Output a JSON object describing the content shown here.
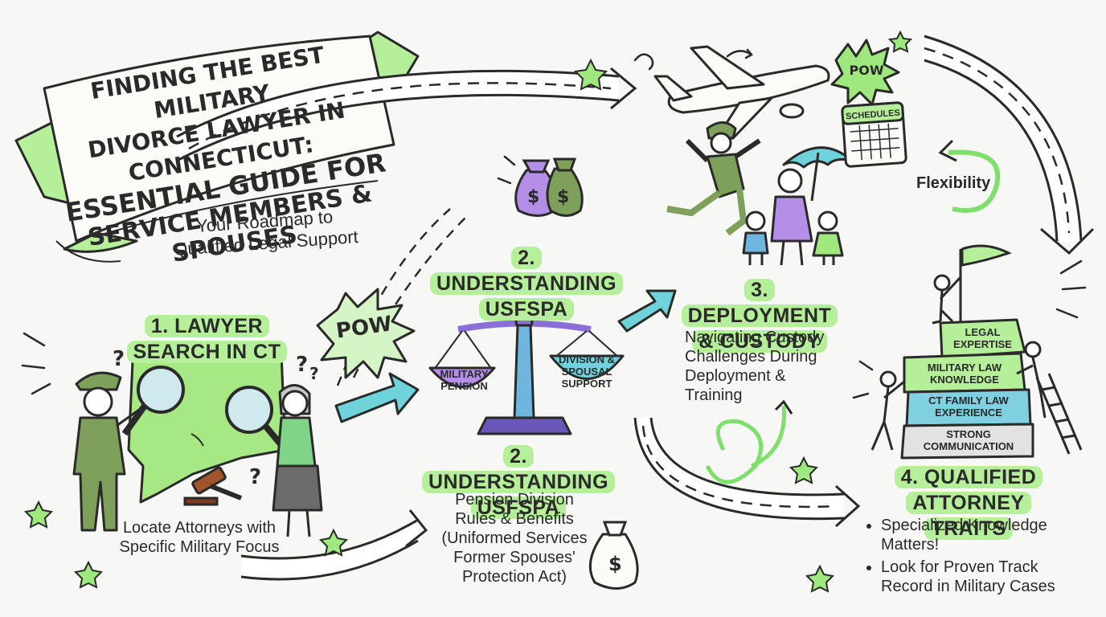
{
  "title": {
    "lines": [
      "FINDING THE BEST MILITARY",
      "DIVORCE LAWYER IN CONNECTICUT:",
      "ESSENTIAL GUIDE FOR",
      "SERVICE MEMBERS & SPOUSES"
    ],
    "subtitle": [
      "Your Roadmap to",
      "Qualified Legal Support"
    ]
  },
  "section1": {
    "heading": "1. LAWYER SEARCH IN CT",
    "body": [
      "Locate Attorneys with",
      "Specific Military Focus"
    ]
  },
  "section2_top": {
    "heading": "2. UNDERSTANDING USFSPA"
  },
  "scale": {
    "left_label": [
      "MILITARY",
      "PENSION"
    ],
    "right_label": [
      "DIVISION &",
      "SPOUSAL",
      "SUPPORT"
    ]
  },
  "section2_bottom": {
    "heading": "2. UNDERSTANDING USFSPA",
    "body": [
      "Pension Division",
      "Rules & Benefits",
      "(Uniformed Services",
      "Former Spouses'",
      "Protection Act)"
    ]
  },
  "section3": {
    "heading": "3. DEPLOYMENT & CUSTODY",
    "body": [
      "Navigating Custody",
      "Challenges During",
      "Deployment &",
      "Training"
    ]
  },
  "calendar_label": "SCHEDULES",
  "flexibility_label": "Flexibility",
  "pow_labels": [
    "POW",
    "POW"
  ],
  "blocks": [
    "LEGAL EXPERTISE",
    "MILITARY LAW KNOWLEDGE",
    "CT FAMILY LAW EXPERIENCE",
    "STRONG COMMUNICATION"
  ],
  "section4": {
    "heading": "4. QUALIFIED ATTORNEY TRAITS",
    "items": [
      "Specialized Knowledge Matters!",
      "Look for Proven Track Record in Military Cases"
    ]
  },
  "colors": {
    "green": "#b6ef9a",
    "purple": "#b58ee8",
    "teal": "#6fd3dc",
    "olive": "#7fa05a",
    "ink": "#2a2a2a"
  }
}
